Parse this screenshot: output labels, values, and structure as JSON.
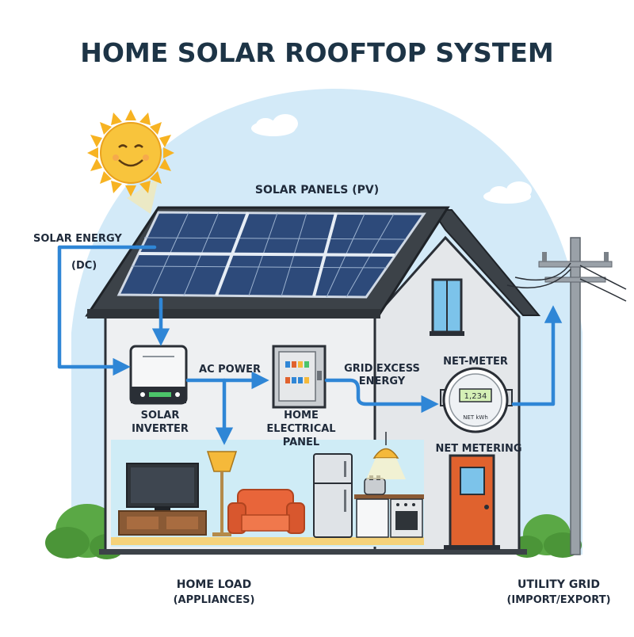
{
  "title": "HOME SOLAR ROOFTOP SYSTEM",
  "labels": {
    "solar_panels": "SOLAR PANELS (PV)",
    "solar_energy": "SOLAR ENERGY",
    "dc": "(DC)",
    "ac_power": "AC POWER",
    "grid_excess_1": "GRID EXCESS",
    "grid_excess_2": "ENERGY",
    "net_meter": "NET-METER",
    "solar_inverter_1": "SOLAR",
    "solar_inverter_2": "INVERTER",
    "home_panel_1": "HOME",
    "home_panel_2": "ELECTRICAL",
    "home_panel_3": "PANEL",
    "net_metering": "NET METERING",
    "home_load": "HOME LOAD",
    "appliances": "(APPLIANCES)",
    "utility_grid": "UTILITY GRID",
    "import_export": "(IMPORT/EXPORT)",
    "meter_reading": "1,234",
    "meter_unit": "NET kWh"
  },
  "colors": {
    "title": "#1d3446",
    "arrow": "#2f86d6",
    "sky": "#cfe8f7",
    "wall": "#e9ecef",
    "roof": "#3c4248",
    "panel": "#2d4a7a",
    "sun": "#f7c23a",
    "door": "#e0622e",
    "sofa": "#e8653a"
  },
  "icons": [
    "sun-icon",
    "cloud-icon",
    "inverter-icon",
    "electrical-panel-icon",
    "net-meter-icon",
    "utility-pole-icon",
    "tv-icon",
    "lamp-icon",
    "sofa-icon",
    "fridge-icon",
    "toaster-icon",
    "oven-icon",
    "pendant-lamp-icon",
    "window-icon",
    "door-icon"
  ]
}
